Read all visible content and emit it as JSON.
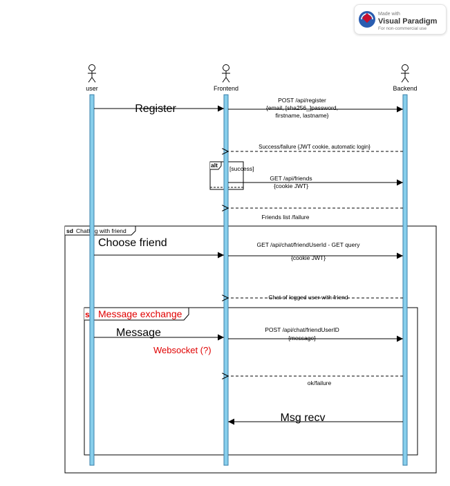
{
  "watermark": {
    "made_with": "Made with",
    "brand": "Visual Paradigm",
    "tagline": "For non-commercial use"
  },
  "actors": [
    {
      "label": "user"
    },
    {
      "label": "Frontend"
    },
    {
      "label": "Backend"
    }
  ],
  "fragments": {
    "alt": {
      "keyword": "alt",
      "guard": "[success]"
    },
    "chatting": {
      "keyword": "sd",
      "title": "Chatting with friend"
    },
    "exchange": {
      "keyword": "sd",
      "title": "Message exchange"
    }
  },
  "messages": {
    "register": "Register",
    "post_register_1": "POST /api/register",
    "post_register_2": "{email, [sha256_]password,",
    "post_register_3": "firstname, lastname}",
    "success_failure": "Success/failure {JWT cookie, automatic login}",
    "get_friends_1": "GET /api/friends",
    "get_friends_2": "{cookie JWT}",
    "friends_list": "Friends list /failure",
    "choose_friend": "Choose friend",
    "get_chat_1": "GET /api/chat/friendUserId - GET query",
    "get_chat_2": "{cookie JWT}",
    "chat_of_user": "Chat of logged user with friend",
    "message": "Message",
    "websocket": "Websocket (?)",
    "post_chat_1": "POST /api/chat/friendUserID",
    "post_chat_2": "{message}",
    "ok_failure": "ok/failure",
    "msg_recv": "Msg recv"
  },
  "colors": {
    "lifeline_fill": "#87ceeb",
    "lifeline_stroke": "#3a7fa8",
    "note_red": "#e00000",
    "brand_red": "#c8102e"
  }
}
